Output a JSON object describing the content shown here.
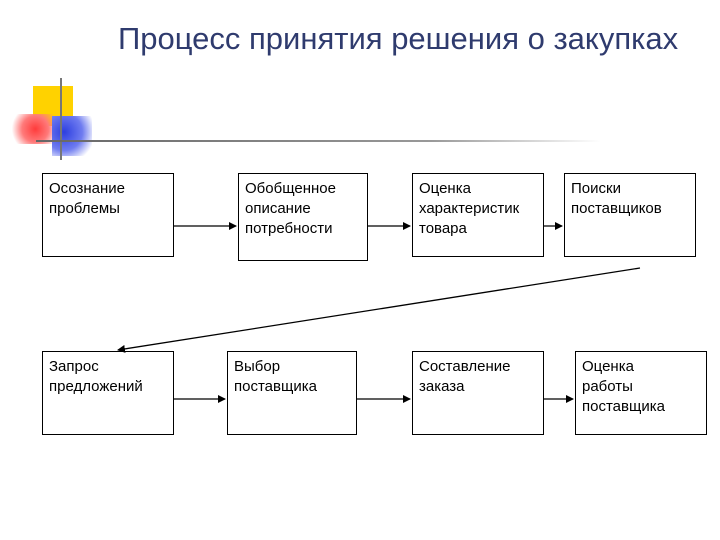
{
  "title": "Процесс принятия решения о закупках",
  "steps": [
    {
      "text": "Осознание\nпроблемы"
    },
    {
      "text": "Обобщенное\nописание\nпотребности"
    },
    {
      "text": "Оценка\nхарактеристик\nтовара"
    },
    {
      "text": "Поиски\nпоставщиков"
    },
    {
      "text": "Запрос\nпредложений"
    },
    {
      "text": "Выбор\nпоставщика"
    },
    {
      "text": "Составление\nзаказа"
    },
    {
      "text": "Оценка\nработы\nпоставщика"
    }
  ],
  "colors": {
    "title": "#2f3b6e",
    "deco_yellow": "#ffd200",
    "deco_red": "#ff4d4d",
    "deco_blue": "#3f4fd6",
    "rule": "#9a9a9a"
  }
}
